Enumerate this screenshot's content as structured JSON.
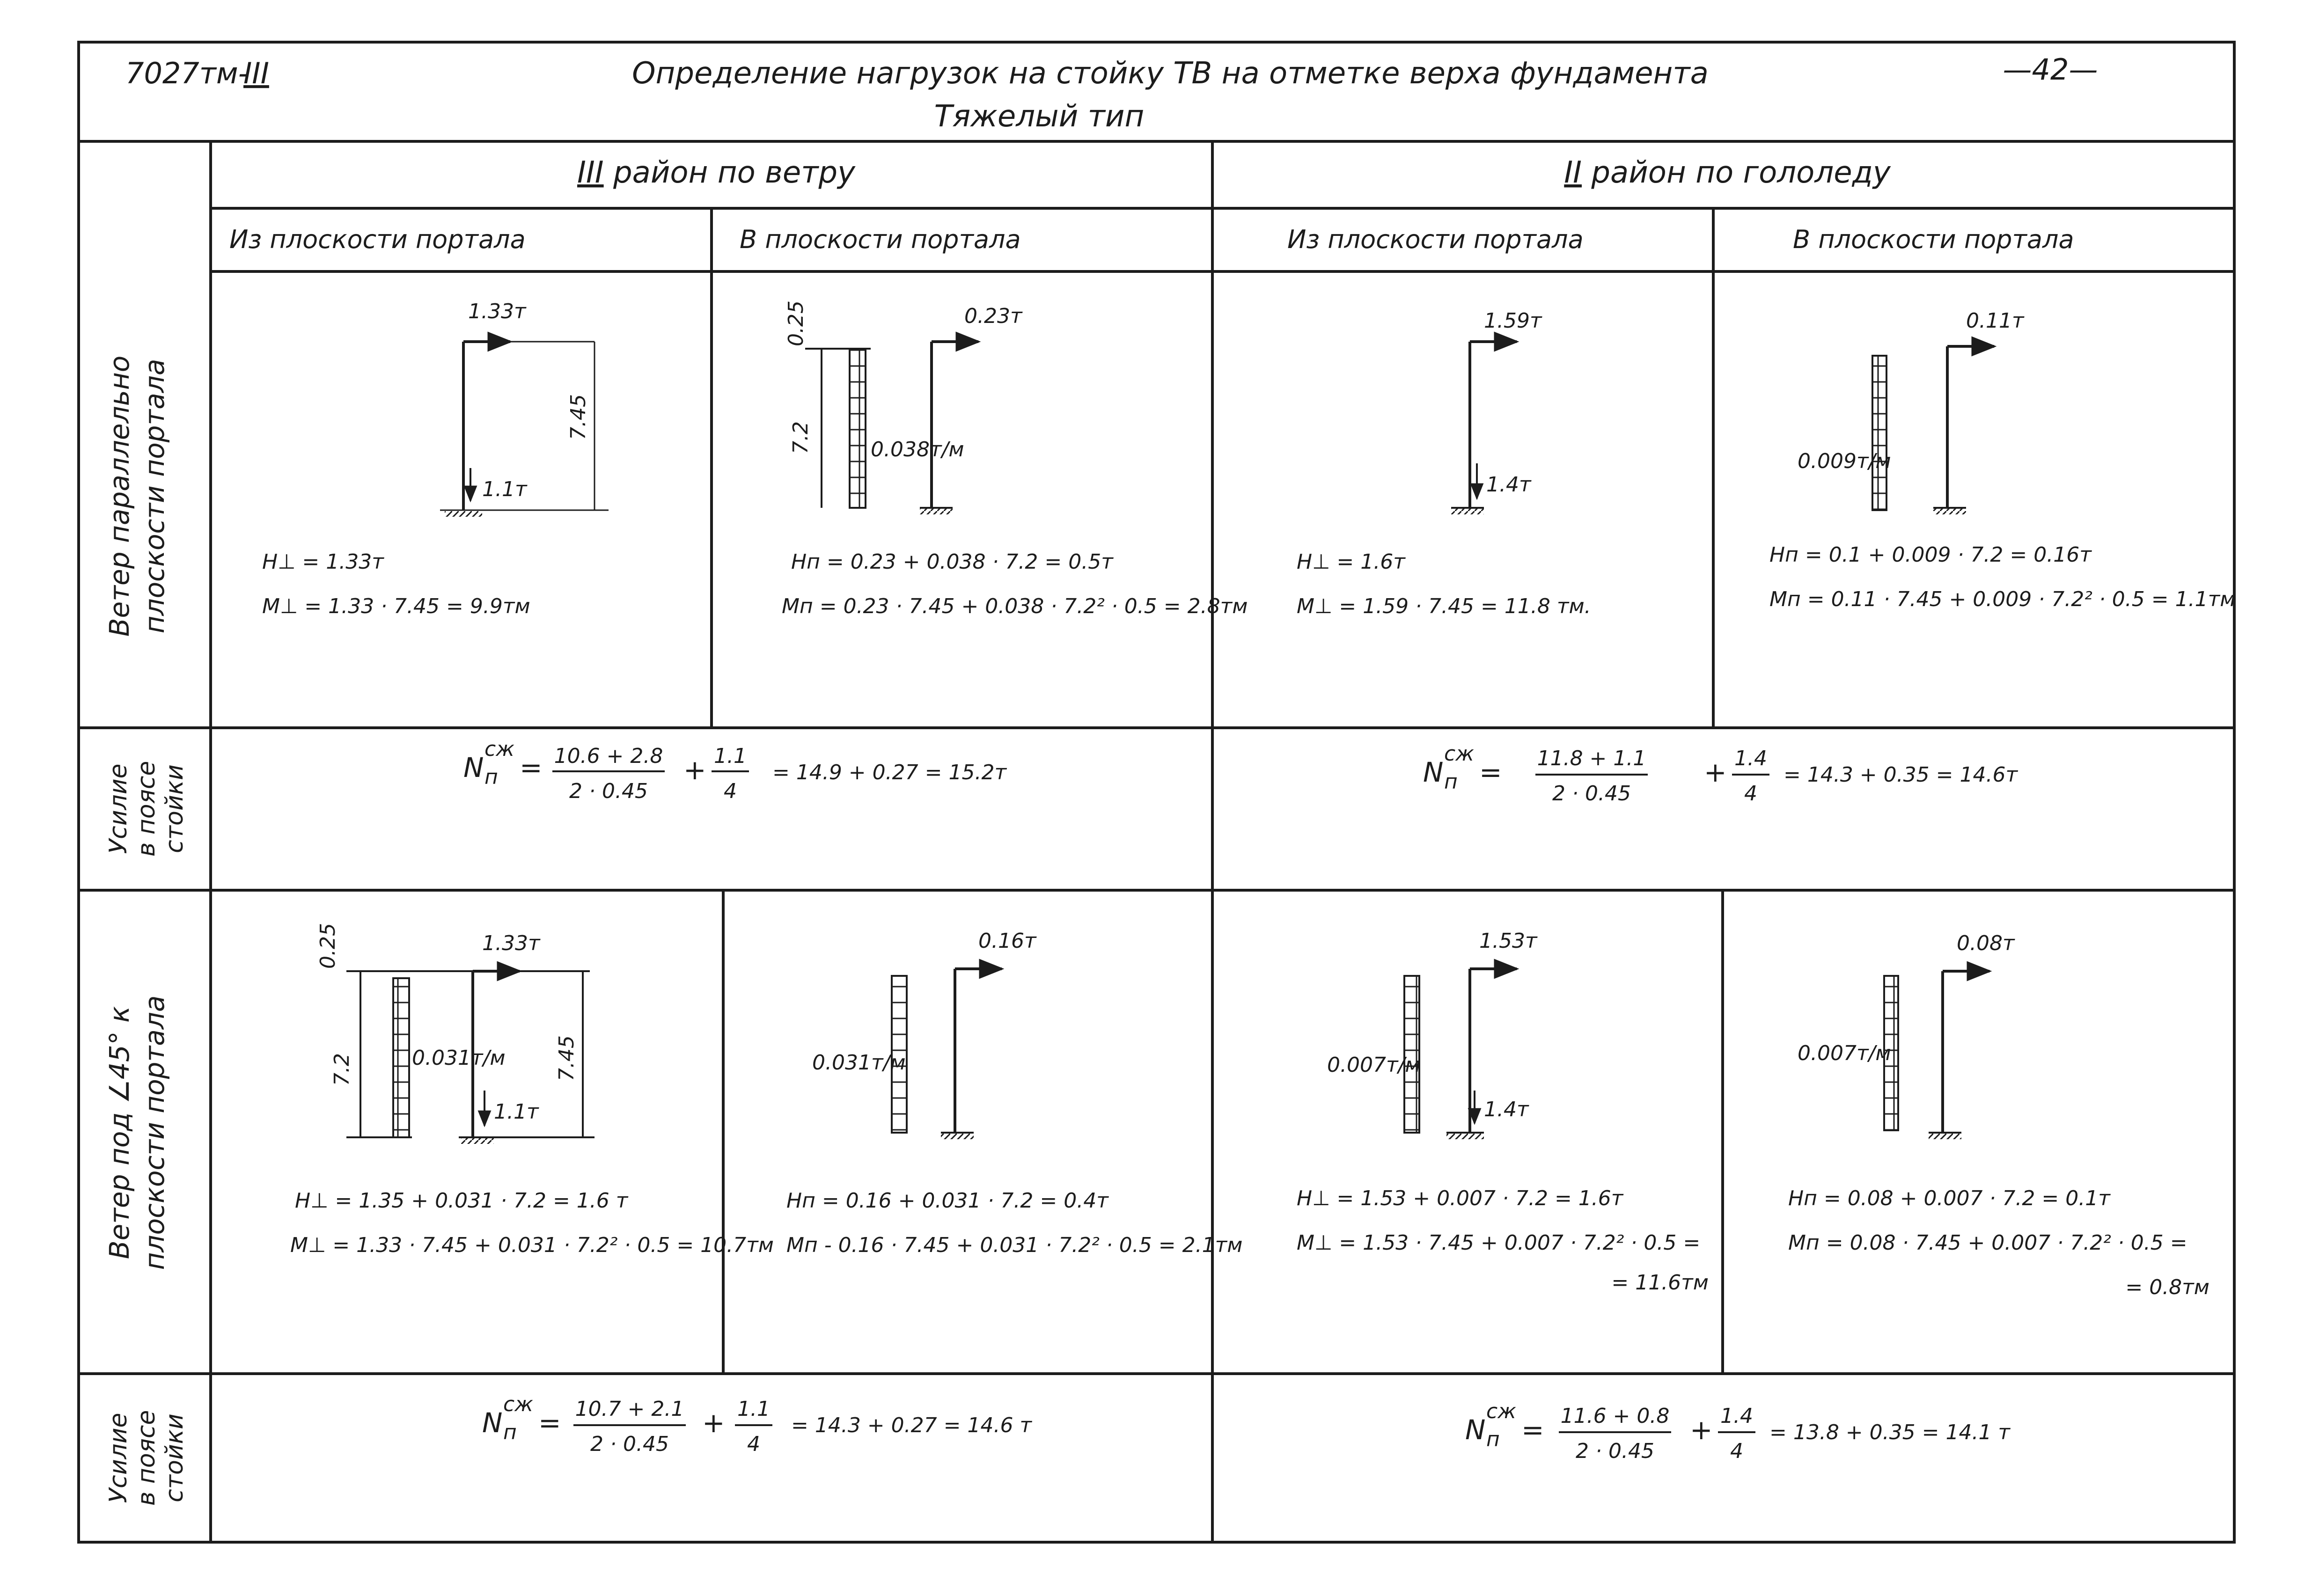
{
  "header": {
    "doc_code": "7027тм-",
    "doc_code_roman": "III",
    "title": "Определение нагрузок на стойку ТВ на отметке верха фундамента",
    "subtitle": "Тяжелый тип",
    "page": "—42—"
  },
  "columns": {
    "wind_region_roman": "III",
    "wind_region": " район по ветру",
    "ice_region_roman": "II",
    "ice_region": " район по гололеду",
    "out_of_plane": "Из плоскости портала",
    "in_plane": "В плоскости портала"
  },
  "row_labels": {
    "parallel_1": "Ветер параллельно",
    "parallel_2": "плоскости портала",
    "force_1": "Усилие",
    "force_2": "в поясе",
    "force_3": "стойки",
    "diag_1": "Ветер под ∠45° к",
    "diag_2": "плоскости портала"
  },
  "row1": {
    "c1": {
      "load": "1.33т",
      "support": "1.1т",
      "height": "7.45",
      "h": "Н⊥ = 1.33т",
      "m": "М⊥ = 1.33 · 7.45 = 9.9тм"
    },
    "c2": {
      "top": "0.25",
      "height": "7.2",
      "dist": "0.038т/м",
      "load": "0.23т",
      "h": "Нп = 0.23 + 0.038 · 7.2 = 0.5т",
      "m": "Мп = 0.23 · 7.45 + 0.038 · 7.2² · 0.5 = 2.8тм"
    },
    "c3": {
      "load": "1.59т",
      "support": "1.4т",
      "h": "Н⊥ = 1.6т",
      "m": "М⊥ = 1.59 · 7.45 = 11.8 тм."
    },
    "c4": {
      "load": "0.11т",
      "dist": "0.009т/м",
      "h": "Нп = 0.1 + 0.009 · 7.2 = 0.16т",
      "m": "Мп = 0.11 · 7.45 + 0.009 · 7.2² · 0.5 = 1.1тм"
    }
  },
  "force1": {
    "left": {
      "symbol": "N",
      "sup": "сж",
      "sub": "п",
      "eq": "=",
      "num1": "10.6 + 2.8",
      "den1": "2 · 0.45",
      "plus": "+",
      "num2": "1.1",
      "den2": "4",
      "rest": "=  14.9 + 0.27 = 15.2т"
    },
    "right": {
      "symbol": "N",
      "sup": "сж",
      "sub": "п",
      "eq": "=",
      "num1": "11.8 + 1.1",
      "den1": "2 · 0.45",
      "plus": "+",
      "num2": "1.4",
      "den2": "4",
      "rest": "=  14.3 + 0.35 = 14.6т"
    }
  },
  "row2": {
    "c1": {
      "top": "0.25",
      "load": "1.33т",
      "height_left": "7.2",
      "dist": "0.031т/м",
      "support": "1.1т",
      "height": "7.45",
      "h": "Н⊥ = 1.35 + 0.031 · 7.2 = 1.6 т",
      "m": "М⊥ = 1.33 · 7.45 + 0.031 · 7.2² · 0.5 = 10.7тм"
    },
    "c2": {
      "load": "0.16т",
      "dist": "0.031т/м",
      "h": "Нп = 0.16 + 0.031 · 7.2 = 0.4т",
      "m": "Мп - 0.16 · 7.45 + 0.031 · 7.2² · 0.5 = 2.1тм"
    },
    "c3": {
      "load": "1.53т",
      "dist": "0.007т/м",
      "support": "1.4т",
      "h": "Н⊥ = 1.53 + 0.007 · 7.2 = 1.6т",
      "m": "М⊥ = 1.53 · 7.45 + 0.007 · 7.2² · 0.5 =",
      "m2": "= 11.6тм"
    },
    "c4": {
      "load": "0.08т",
      "dist": "0.007т/м",
      "h": "Нп = 0.08 + 0.007 · 7.2 = 0.1т",
      "m": "Мп = 0.08 · 7.45 + 0.007 · 7.2² · 0.5 =",
      "m2": "= 0.8тм"
    }
  },
  "force2": {
    "left": {
      "symbol": "N",
      "sup": "сж",
      "sub": "п",
      "eq": "=",
      "num1": "10.7 + 2.1",
      "den1": "2 · 0.45",
      "plus": "+",
      "num2": "1.1",
      "den2": "4",
      "rest": "=  14.3 + 0.27 = 14.6 т"
    },
    "right": {
      "symbol": "N",
      "sup": "сж",
      "sub": "п",
      "eq": "=",
      "num1": "11.6 + 0.8",
      "den1": "2 · 0.45",
      "plus": "+",
      "num2": "1.4",
      "den2": "4",
      "rest": "=  13.8 + 0.35 = 14.1 т"
    }
  }
}
